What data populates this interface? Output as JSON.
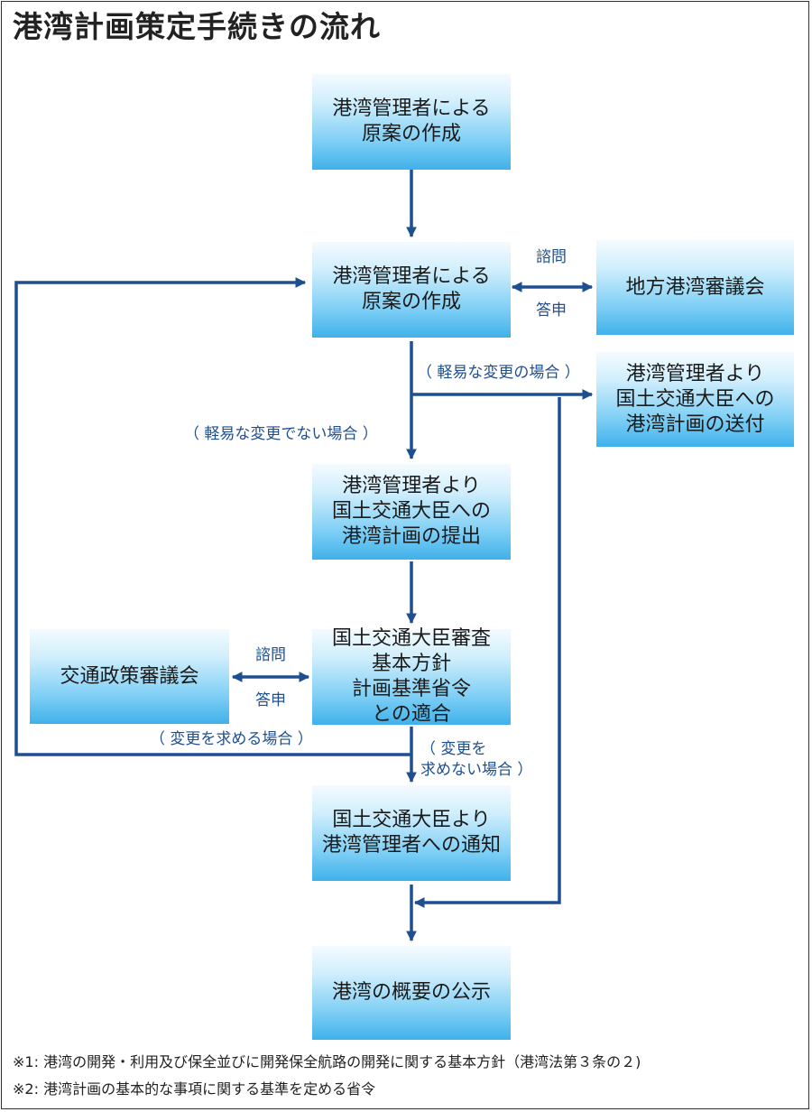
{
  "title": "港湾計画策定手続きの流れ",
  "boxes": {
    "draft1": [
      "港湾管理者による",
      "原案の作成"
    ],
    "draft2": [
      "港湾管理者による",
      "原案の作成"
    ],
    "local_council": [
      "地方港湾審議会"
    ],
    "send_plan": [
      "港湾管理者より",
      "国土交通大臣への",
      "港湾計画の送付"
    ],
    "submit_plan": [
      "港湾管理者より",
      "国土交通大臣への",
      "港湾計画の提出"
    ],
    "transport_council": [
      "交通政策審議会"
    ],
    "review": [
      "国土交通大臣審査",
      "基本方針",
      "計画基準省令",
      "との適合"
    ],
    "notify": [
      "国土交通大臣より",
      "港湾管理者への通知"
    ],
    "publish": [
      "港湾の概要の公示"
    ]
  },
  "labels": {
    "inquiry1": "諮問",
    "answer1": "答申",
    "minor_change": "（ 軽易な変更の場合 ）",
    "not_minor_change": "（ 軽易な変更でない場合 ）",
    "inquiry2": "諮問",
    "answer2": "答申",
    "change_required": "（ 変更を求める場合 ）",
    "no_change_1": "（ 変更を",
    "no_change_2": "求めない場合 ）"
  },
  "notes": [
    "※1: 港湾の開発・利用及び保全並びに開発保全航路の開発に関する基本方針（港湾法第３条の２)",
    "※2: 港湾計画の基本的な事項に関する基準を定める省令"
  ],
  "colors": {
    "arrow": "#1e4f90",
    "box_top": "#f4fbff",
    "box_bottom": "#3fb1ea"
  }
}
